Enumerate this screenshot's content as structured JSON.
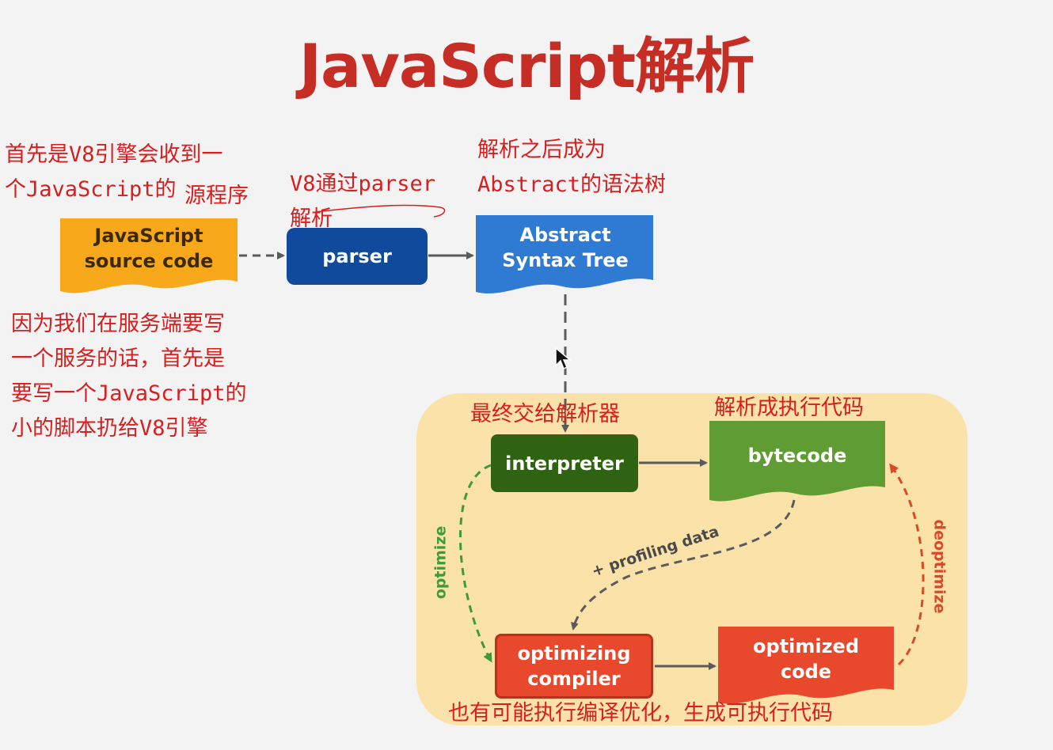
{
  "title": "JavaScript解析",
  "notes": {
    "engine_receives": "首先是V8引擎会收到一\n个JavaScript的",
    "source_program": "源程序",
    "parser_note": "V8通过parser\n解析",
    "ast_note": "解析之后成为\nAbstract的语法树",
    "server_note": "因为我们在服务端要写\n一个服务的话，首先是\n要写一个JavaScript的\n小的脚本扔给V8引擎",
    "interpreter_note": "最终交给解析器",
    "bytecode_note": "解析成执行代码",
    "optimize_note": "也有可能执行编译优化，生成可执行代码"
  },
  "nodes": {
    "source": [
      "JavaScript",
      "source code"
    ],
    "parser": [
      "parser"
    ],
    "ast": [
      "Abstract",
      "Syntax Tree"
    ],
    "interpreter": [
      "interpreter"
    ],
    "bytecode": [
      "bytecode"
    ],
    "optimizing_compiler": [
      "optimizing",
      "compiler"
    ],
    "optimized_code": [
      "optimized",
      "code"
    ]
  },
  "edges": {
    "optimize": "optimize",
    "profiling": "+ profiling data",
    "deoptimize": "deoptimize"
  },
  "colors": {
    "title": "#c62d24",
    "notes": "#d81e1e",
    "source": "#f7a91b",
    "parser": "#0f4a9c",
    "ast": "#2f7ad3",
    "interpreter": "#2f6312",
    "bytecode": "#5f9d34",
    "optimizing_compiler": "#e8492c",
    "optimized_code": "#e8492c",
    "panel": "#fbe2a8"
  }
}
